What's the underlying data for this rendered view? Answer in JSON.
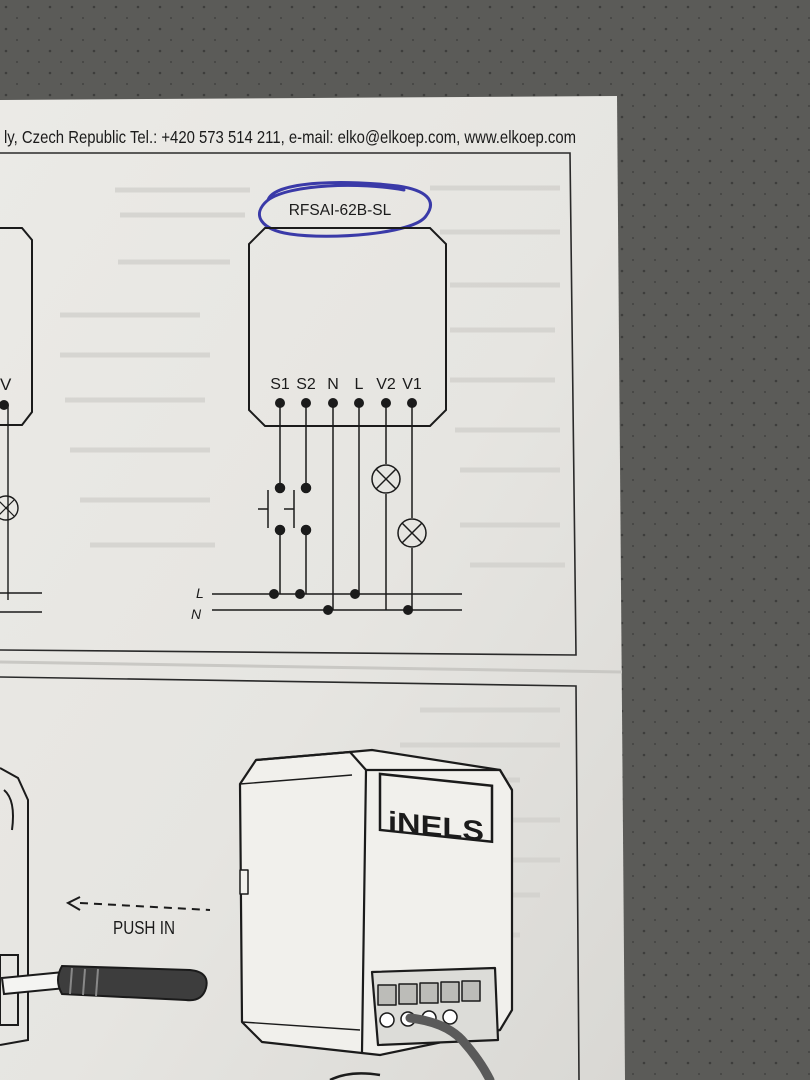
{
  "header_text": "ly, Czech Republic Tel.: +420 573 514 211, e-mail: elko@elkoep.com, www.elkoep.com",
  "model_label": "RFSAI-62B-SL",
  "terminals": [
    "S1",
    "S2",
    "N",
    "L",
    "V2",
    "V1"
  ],
  "left_partial_terminal": "V",
  "bus_labels": {
    "line": "L",
    "neutral": "N"
  },
  "logo_text": "iNELS",
  "push_label": "PUSH IN",
  "colors": {
    "table_surface": "#5b5b58",
    "paper": "#e9e8e4",
    "ink": "#1b1b1b",
    "pen_circle": "#3a3aa8"
  }
}
